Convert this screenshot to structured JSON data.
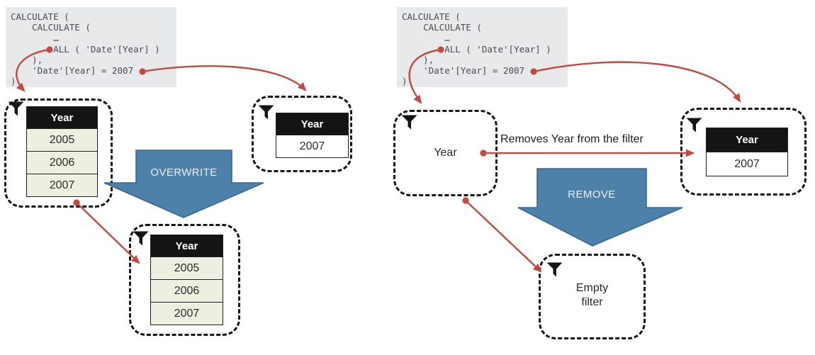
{
  "colors": {
    "arrow_red": "#c14a43",
    "block_arrow_fill": "#4e81aa",
    "block_arrow_border": "#3a678f",
    "code_background": "#e8e9eb",
    "code_text": "#4b4b50",
    "row_green": "#edefe0",
    "header_black": "#141414"
  },
  "left_diagram": {
    "code_lines": [
      "CALCULATE (",
      "    CALCULATE (",
      "        …",
      "        ALL ( 'Date'[Year] )",
      "    ),",
      "    'Date'[Year] = 2007",
      ")"
    ],
    "block_arrow_label": "OVERWRITE",
    "filter_previous": {
      "header": "Year",
      "rows": [
        "2005",
        "2006",
        "2007"
      ]
    },
    "filter_new": {
      "header": "Year",
      "rows": [
        "2007"
      ]
    },
    "filter_result": {
      "header": "Year",
      "rows": [
        "2005",
        "2006",
        "2007"
      ]
    }
  },
  "right_diagram": {
    "code_lines": [
      "CALCULATE (",
      "    CALCULATE (",
      "        …",
      "        ALL ( 'Date'[Year] )",
      "    ),",
      "    'Date'[Year] = 2007",
      ")"
    ],
    "block_arrow_label": "REMOVE",
    "removed_filter_label": "Year",
    "annotation": "Removes Year from the filter",
    "filter_new": {
      "header": "Year",
      "rows": [
        "2007"
      ]
    },
    "empty_filter_label": "Empty\nfilter"
  }
}
